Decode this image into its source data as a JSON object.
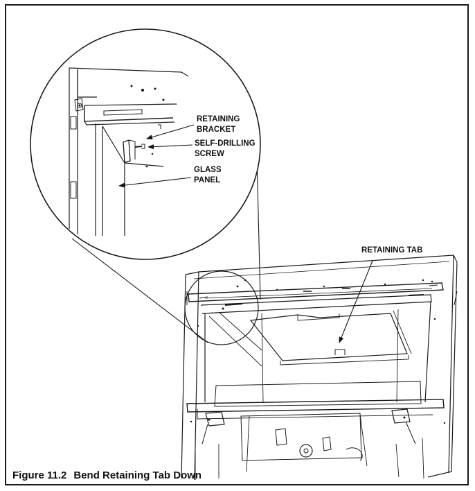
{
  "caption": {
    "number": "Figure 11.2",
    "title": "Bend Retaining Tab Down"
  },
  "callouts": {
    "retaining_bracket_1": "RETAINING",
    "retaining_bracket_2": "BRACKET",
    "self_drilling_1": "SELF-DRILLING",
    "self_drilling_2": "SCREW",
    "glass_panel_1": "GLASS",
    "glass_panel_2": "PANEL",
    "retaining_tab": "RETAINING TAB"
  }
}
